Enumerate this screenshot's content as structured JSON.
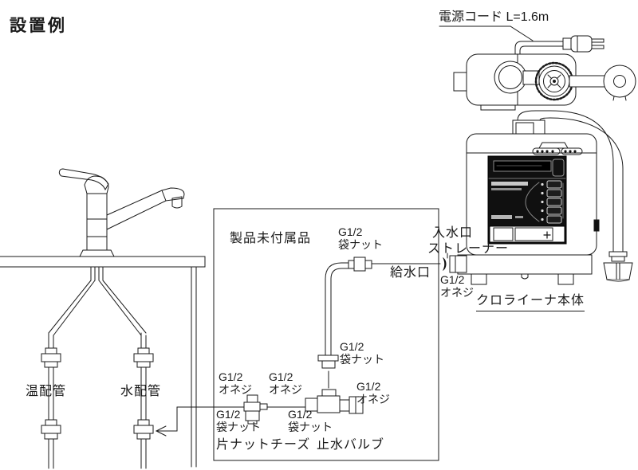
{
  "title": "設置例",
  "power_cord": {
    "label": "電源コード L=1.6m"
  },
  "not_included_box": {
    "title": "製品未付属品"
  },
  "fittings": {
    "g12": "G1/2",
    "cap_nut": "袋ナット",
    "male_thread": "オネジ"
  },
  "parts": {
    "inlet": "入水口",
    "strainer": "ストレーナー",
    "supply_port": "給水口",
    "main_unit": "クロライーナ本体",
    "hot_pipe": "温配管",
    "cold_pipe": "水配管",
    "single_nut_tee": "片ナットチーズ",
    "stop_valve": "止水バルブ"
  }
}
